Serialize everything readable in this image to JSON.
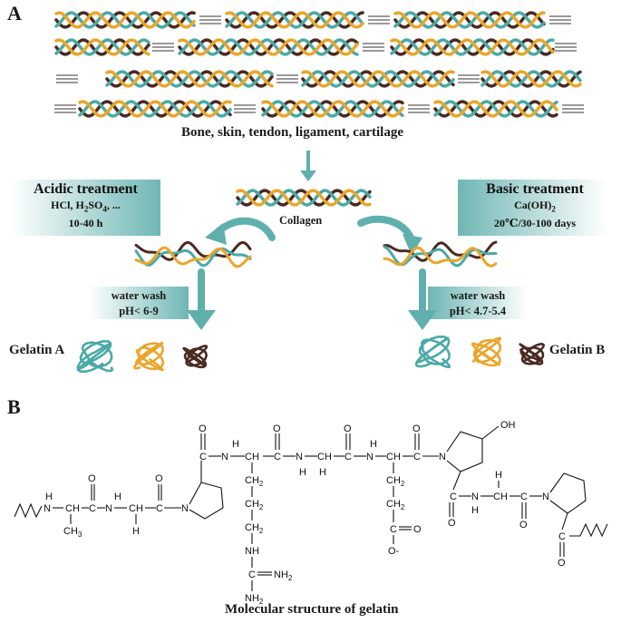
{
  "panel_a": {
    "letter": "A",
    "source_caption": "Bone, skin, tendon, ligament, cartilage",
    "collagen_label": "Collagen",
    "acidic": {
      "title": "Acidic treatment",
      "reagents_prefix": "HCl, H",
      "reagents_sub1": "2",
      "reagents_mid": "SO",
      "reagents_sub2": "4",
      "reagents_suffix": ", ...",
      "time": "10-40 h"
    },
    "basic": {
      "title": "Basic treatment",
      "reagent_prefix": "Ca(OH)",
      "reagent_sub": "2",
      "conditions": "20℃/30-100 days"
    },
    "wash_a": {
      "line1": "water wash",
      "line2": "pH< 6-9"
    },
    "wash_b": {
      "line1": "water wash",
      "line2": "pH< 4.7-5.4"
    },
    "gelatin_a": "Gelatin A",
    "gelatin_b": "Gelatin B",
    "colors": {
      "teal": "#4aaaa6",
      "orange": "#e9a62c",
      "brown": "#4a2a22",
      "gray": "#9a9a9a",
      "box": "#7fbfbc"
    }
  },
  "panel_b": {
    "letter": "B",
    "caption": "Molecular structure of gelatin",
    "atoms": {
      "O": "O",
      "N": "N",
      "H": "H",
      "C": "C",
      "CH": "CH",
      "CH2": "CH2",
      "CH3": "CH3",
      "NH": "NH",
      "NH2": "NH2",
      "OH": "OH",
      "O_minus": "O-",
      "CH2_sub": "2",
      "CH3_sub": "3",
      "NH2_sub": "2"
    }
  }
}
